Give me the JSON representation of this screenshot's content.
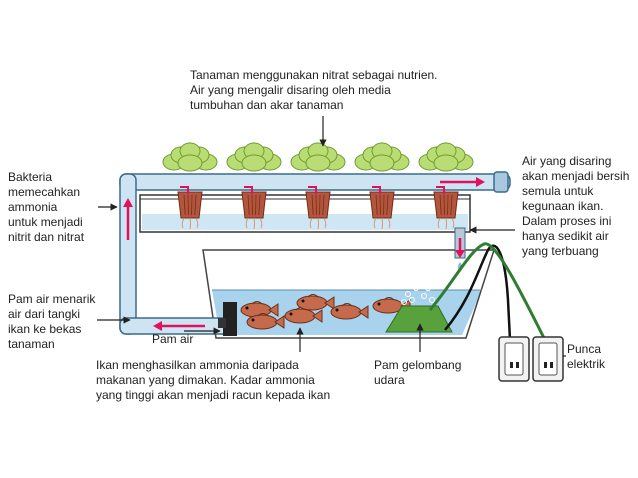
{
  "colors": {
    "pipe_fill": "#cfe4f3",
    "pipe_stroke": "#3a6b8c",
    "water": "#a9d2ec",
    "flow_arrow": "#e0115f",
    "leaf": "#b9dd74",
    "leaf_dark": "#6f9e2f",
    "pot": "#b5563c",
    "fish": "#c56a4b",
    "pump": "#222222",
    "air_pump": "#58a13c",
    "air_tube": "#2e7d32",
    "socket": "#f2f2f2"
  },
  "icons": {
    "plant": "lettuce-icon",
    "pot": "plant-pot-icon",
    "fish": "fish-icon",
    "pump": "water-pump-icon",
    "air_pump": "air-pump-icon",
    "socket": "power-socket-icon"
  },
  "labels": {
    "plants": "Tanaman menggunakan nitrat sebagai nutrien.\nAir yang mengalir disaring oleh media\ntumbuhan dan akar tanaman",
    "bacteria": "Bakteria\nmemecahkan\nammonia\nuntuk menjadi\nnitrit dan nitrat",
    "filtered_water": "Air yang disaring\nakan menjadi bersih\nsemula untuk\nkegunaan ikan.\nDalam proses ini\nhanya sedikit air\nyang terbuang",
    "pump_action": "Pam air menarik\nair dari tangki\nikan ke bekas\ntanaman",
    "pump": "Pam air",
    "fish_ammonia": "Ikan menghasilkan ammonia daripada\nmakanan yang dimakan. Kadar ammonia\nyang tinggi akan menjadi racun kepada ikan",
    "air_pump": "Pam gelombang\nudara",
    "power": "Punca\nelektrik"
  },
  "counts": {
    "plants": 5,
    "fish": 6
  }
}
